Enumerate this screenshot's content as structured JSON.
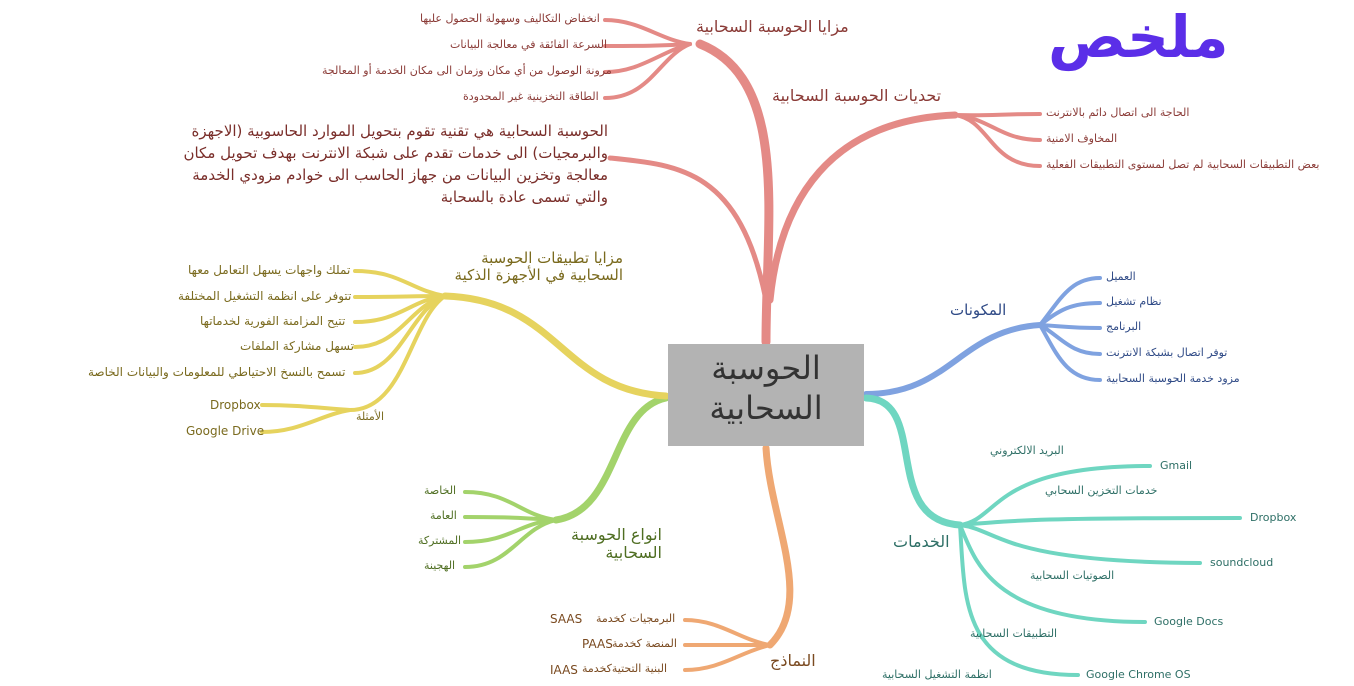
{
  "logo": "ملخص",
  "center": "الحوسبة السحابية",
  "intro": "الحوسبة السحابية هي تقنية تقوم بتحويل الموارد الحاسوبية (الاجهزة والبرمجيات) الى خدمات تقدم على شبكة الانترنت بهدف تحويل مكان معالجة وتخزين البيانات من جهاز الحاسب الى خوادم مزودي الخدمة والتي تسمى عادة بالسحابة",
  "advantages": {
    "title": "مزايا الحوسبة السحابية",
    "items": [
      "انخفاض التكاليف وسهولة الحصول عليها",
      "السرعة الفائقة في معالجة البيانات",
      "مرونة الوصول من أي مكان وزمان الى مكان الخدمة أو المعالجة",
      "الطاقة التخزينية غير المحدودة"
    ]
  },
  "challenges": {
    "title": "تحديات الحوسبة السحابية",
    "items": [
      "الحاجة الى اتصال دائم بالانترنت",
      "المخاوف الامنية",
      "بعض التطبيقات السحابية لم تصل لمستوى التطبيقات الفعلية"
    ]
  },
  "components": {
    "title": "المكونات",
    "items": [
      "العميل",
      "نظام تشغيل",
      "البرنامج",
      "توفر اتصال بشبكة الانترنت",
      "مزود خدمة الحوسبة السحابية"
    ]
  },
  "services": {
    "title": "الخدمات",
    "groups": [
      {
        "label": "البريد الالكتروني",
        "example": "Gmail"
      },
      {
        "label": "خدمات التخزين السحابي",
        "example": "Dropbox"
      },
      {
        "label": "الصوتيات السحابية",
        "example": "soundcloud"
      },
      {
        "label": "التطبيقات السحابية",
        "example": "Google Docs"
      },
      {
        "label": "انظمة التشغيل السحابية",
        "example": "Google Chrome OS"
      }
    ]
  },
  "models": {
    "title": "النماذج",
    "items": [
      {
        "label": "البرمجيات كخدمة",
        "abbr": "SAAS"
      },
      {
        "label": "المنصة كخدمة",
        "abbr": "PAAS"
      },
      {
        "label": "البنية التحتيةكخدمة",
        "abbr": "IAAS"
      }
    ]
  },
  "types": {
    "title": "انواع الحوسبة السحابية",
    "items": [
      "الخاصة",
      "العامة",
      "المشتركة",
      "الهجينة"
    ]
  },
  "smart": {
    "title": "مزايا تطبيقات الحوسبة السحابية في الأجهزة الذكية",
    "items": [
      "تملك واجهات يسهل التعامل معها",
      "تتوفر على انظمة التشغيل المختلفة",
      "تتيح المزامنة الفورية لخدماتها",
      "تسهل مشاركة الملفات",
      "تسمح بالنسخ الاحتياطي للمعلومات والبيانات الخاصة"
    ],
    "examples_label": "الأمثلة",
    "examples": [
      "Dropbox",
      "Google Drive"
    ]
  },
  "colors": {
    "red": "#e48a86",
    "blue": "#7fa2e0",
    "teal": "#6fd6c1",
    "yellow": "#e6d35e",
    "green": "#a3d36b",
    "orange": "#efa873",
    "center_box": "#b3b3b3",
    "logo": "#5b2ee8"
  }
}
